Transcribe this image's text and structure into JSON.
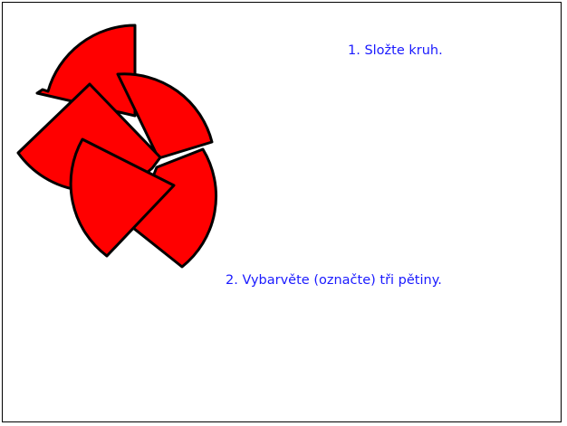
{
  "instructions": {
    "step1": "1. Složte kruh.",
    "step2": "2. Vybarvěte (označte) tři pětiny."
  },
  "pieces": {
    "count": 5,
    "fill_color": "#ff0000",
    "outline_color": "#000000"
  },
  "text_color": "#1a1aff"
}
